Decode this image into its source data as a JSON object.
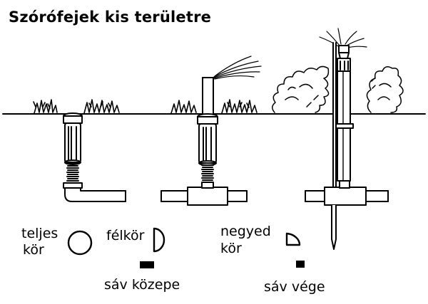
{
  "title": "Szórófejek kis területre",
  "legend": {
    "full_circle_line1": "teljes",
    "full_circle_line2": "kör",
    "half_circle": "félkör",
    "quarter_circle_line1": "negyed",
    "quarter_circle_line2": "kör",
    "strip_center": "sáv közepe",
    "strip_end": "sáv vége"
  },
  "colors": {
    "ink": "#000000",
    "background": "#ffffff"
  }
}
